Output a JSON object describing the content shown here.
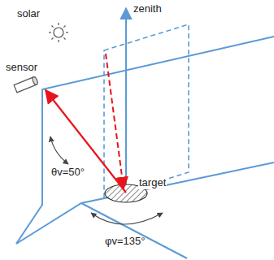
{
  "diagram": {
    "labels": [
      "solar",
      "zenith",
      "sensor",
      "target",
      "θv=50°",
      "φv=135°"
    ]
  }
}
